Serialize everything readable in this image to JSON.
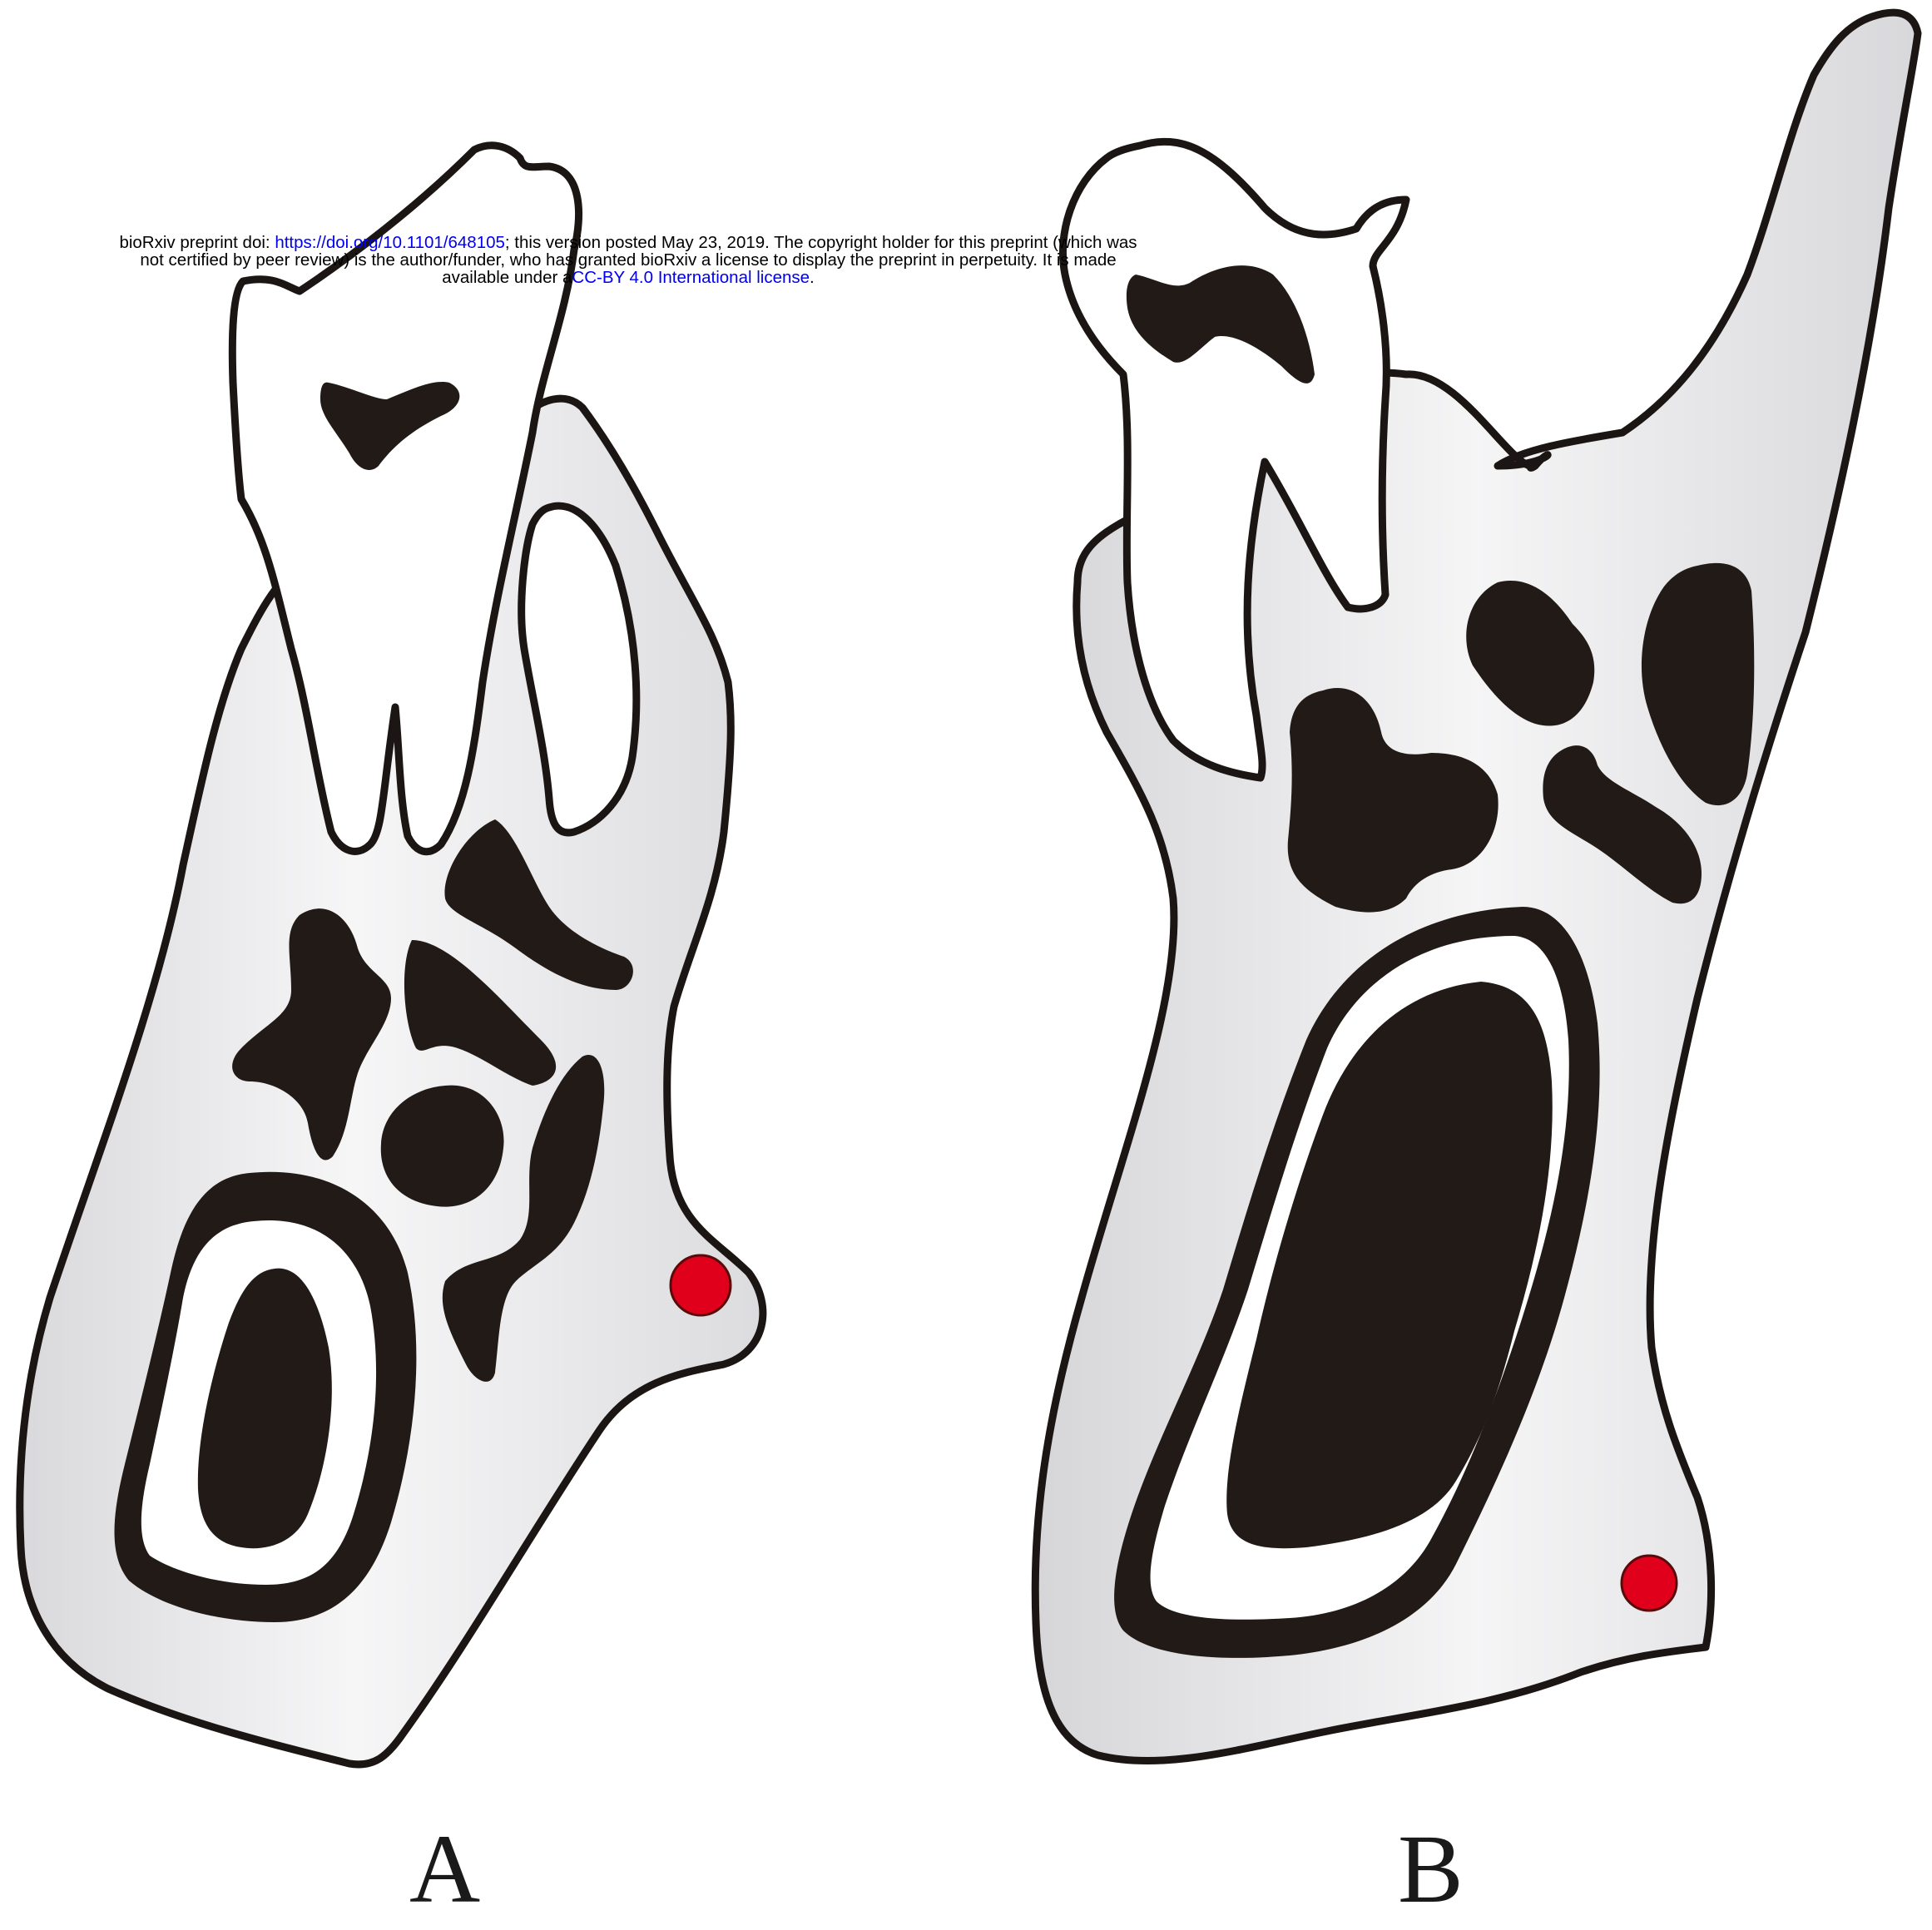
{
  "preprint_notice": {
    "line1_prefix": "bioRxiv preprint doi: ",
    "doi_link": "https://doi.org/10.1101/648105",
    "line1_suffix": "; this version posted May 23, 2019. The copyright holder for this preprint (which was",
    "line2": "not certified by peer review) is the author/funder, who has granted bioRxiv a license to display the preprint in perpetuity. It is made",
    "line3_prefix": "available under a",
    "license_link": "CC-BY 4.0 International license",
    "line3_suffix": "."
  },
  "panels": [
    {
      "label": "A"
    },
    {
      "label": "B"
    }
  ],
  "colors": {
    "bone_fill": "#e6e6e8",
    "bone_highlight": "#f7f7f8",
    "outline": "#1b1613",
    "cavity": "#221a16",
    "tooth": "#ffffff",
    "marker": "#e0001b"
  }
}
